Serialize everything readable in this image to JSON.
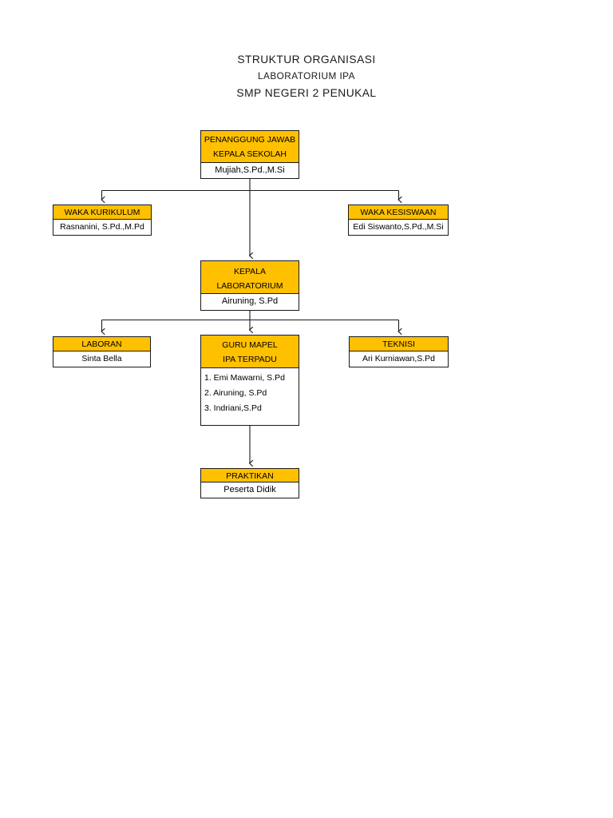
{
  "document": {
    "title_lines": [
      "STRUKTUR ORGANISASI",
      "LABORATORIUM IPA",
      "SMP NEGERI 2 PENUKAL"
    ]
  },
  "theme": {
    "header_fill": "#FFC000",
    "body_fill": "#FFFFFF",
    "border_color": "#1A1A1A",
    "text_color": "#000000",
    "page_background": "#FFFFFF"
  },
  "chart_data": {
    "type": "diagram",
    "diagram_kind": "organizational-chart",
    "title": "STRUKTUR ORGANISASI LABORATORIUM IPA SMP NEGERI 2 PENUKAL",
    "nodes": [
      {
        "id": "penanggung-jawab",
        "header": [
          "PENANGGUNG JAWAB",
          "KEPALA SEKOLAH"
        ],
        "occupants": [
          "Mujiah,S.Pd.,M.Si"
        ],
        "level": 0
      },
      {
        "id": "waka-kurikulum",
        "header": [
          "WAKA KURIKULUM"
        ],
        "occupants": [
          "Rasnanini, S.Pd.,M.Pd"
        ],
        "level": 1
      },
      {
        "id": "waka-kesiswaan",
        "header": [
          "WAKA KESISWAAN"
        ],
        "occupants": [
          "Edi Siswanto,S.Pd.,M.Si"
        ],
        "level": 1
      },
      {
        "id": "kepala-laboratorium",
        "header": [
          "KEPALA",
          "LABORATORIUM"
        ],
        "occupants": [
          "Airuning, S.Pd"
        ],
        "level": 2
      },
      {
        "id": "laboran",
        "header": [
          "LABORAN"
        ],
        "occupants": [
          "Sinta Bella"
        ],
        "level": 3
      },
      {
        "id": "guru-mapel",
        "header": [
          "GURU MAPEL",
          "IPA TERPADU"
        ],
        "occupants": [
          "1. Emi Mawarni, S.Pd",
          "2. Airuning, S.Pd",
          "3. Indriani,S.Pd"
        ],
        "level": 3
      },
      {
        "id": "teknisi",
        "header": [
          "TEKNISI"
        ],
        "occupants": [
          "Ari Kurniawan,S.Pd"
        ],
        "level": 3
      },
      {
        "id": "praktikan",
        "header": [
          "PRAKTIKAN"
        ],
        "occupants": [
          "Peserta Didik"
        ],
        "level": 4
      }
    ],
    "edges": [
      {
        "from": "penanggung-jawab",
        "to": "waka-kurikulum"
      },
      {
        "from": "penanggung-jawab",
        "to": "waka-kesiswaan"
      },
      {
        "from": "penanggung-jawab",
        "to": "kepala-laboratorium"
      },
      {
        "from": "kepala-laboratorium",
        "to": "laboran"
      },
      {
        "from": "kepala-laboratorium",
        "to": "guru-mapel"
      },
      {
        "from": "kepala-laboratorium",
        "to": "teknisi"
      },
      {
        "from": "guru-mapel",
        "to": "praktikan"
      }
    ]
  },
  "nodes": {
    "penanggung_jawab": {
      "header_line_1": "PENANGGUNG JAWAB",
      "header_line_2": "KEPALA SEKOLAH",
      "name": "Mujiah,S.Pd.,M.Si"
    },
    "waka_kurikulum": {
      "header_line_1": "WAKA KURIKULUM",
      "name": "Rasnanini, S.Pd.,M.Pd"
    },
    "waka_kesiswaan": {
      "header_line_1": "WAKA KESISWAAN",
      "name": "Edi Siswanto,S.Pd.,M.Si"
    },
    "kepala_laboratorium": {
      "header_line_1": "KEPALA",
      "header_line_2": "LABORATORIUM",
      "name": "Airuning, S.Pd"
    },
    "laboran": {
      "header_line_1": "LABORAN",
      "name": "Sinta Bella"
    },
    "guru_mapel": {
      "header_line_1": "GURU MAPEL",
      "header_line_2": "IPA TERPADU",
      "member_1": "1. Emi Mawarni, S.Pd",
      "member_2": "2. Airuning, S.Pd",
      "member_3": "3. Indriani,S.Pd"
    },
    "teknisi": {
      "header_line_1": "TEKNISI",
      "name": "Ari Kurniawan,S.Pd"
    },
    "praktikan": {
      "header_line_1": "PRAKTIKAN",
      "name": "Peserta Didik"
    }
  }
}
